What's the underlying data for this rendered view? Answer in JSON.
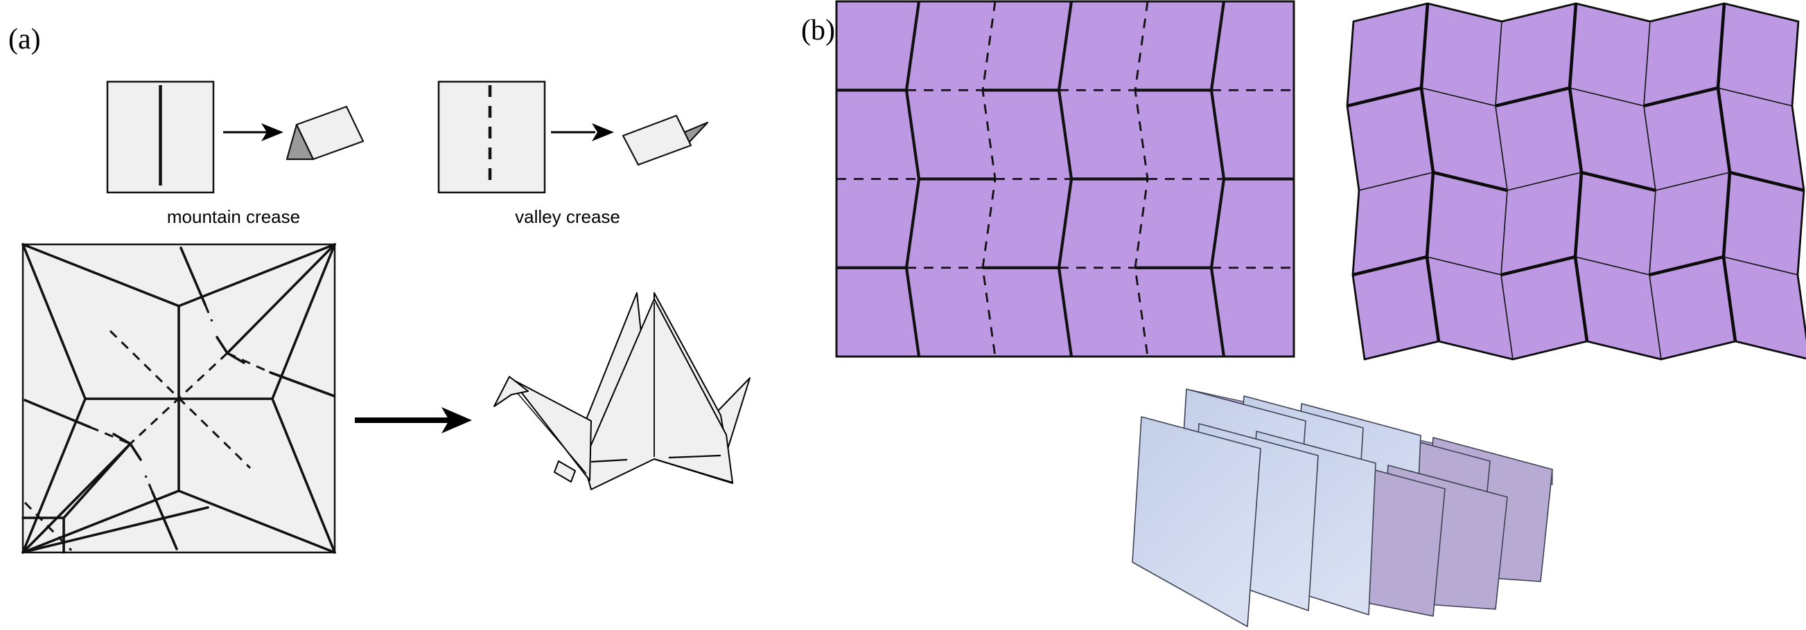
{
  "labels": {
    "panel_a": "(a)",
    "panel_b": "(b)"
  },
  "captions": {
    "mountain": "mountain crease",
    "valley": "valley crease"
  },
  "colors": {
    "background": "#ffffff",
    "paper_gray": "#f0f0f0",
    "crease_ink": "#111111",
    "miura_purple": "#be99e3",
    "fold_dark_gray": "#9a9a9a",
    "accordion_blue_light": "#d7e0f3",
    "accordion_blue": "#c6d1e9",
    "accordion_purple": "#b7abd3",
    "accordion_purple_deep": "#b0a3cc",
    "outline_slate": "#3d4254"
  },
  "icons": [
    {
      "name": "mountain-fold-icon"
    },
    {
      "name": "valley-fold-icon"
    },
    {
      "name": "right-arrow-icon"
    },
    {
      "name": "fold-transform-arrow-icon"
    }
  ],
  "panels": [
    {
      "id": "a",
      "label": "(a)",
      "captions": [
        "mountain crease",
        "valley crease"
      ]
    },
    {
      "id": "b",
      "label": "(b)"
    }
  ]
}
